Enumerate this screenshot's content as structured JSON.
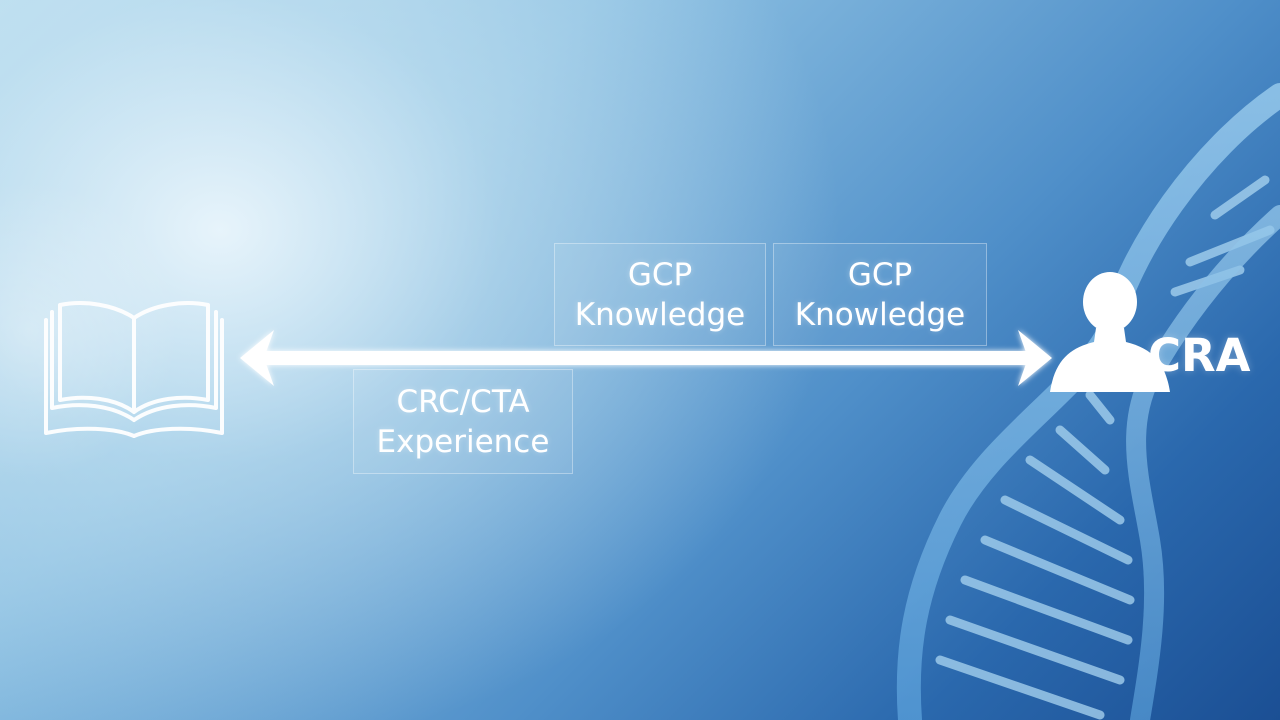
{
  "labels": {
    "gcp_knowledge_1": {
      "line1": "GCP",
      "line2": "Knowledge"
    },
    "gcp_knowledge_2": {
      "line1": "GCP",
      "line2": "Knowledge"
    },
    "crc_experience": {
      "line1": "CRC/CTA",
      "line2": "Experience"
    },
    "role": "CRA"
  },
  "icons": {
    "left": "open-book-icon",
    "right": "person-icon",
    "connector": "double-headed-arrow",
    "background": "dna-helix"
  },
  "colors": {
    "background_light": "#b8dcef",
    "background_dark": "#1b4f94",
    "foreground": "#ffffff"
  }
}
